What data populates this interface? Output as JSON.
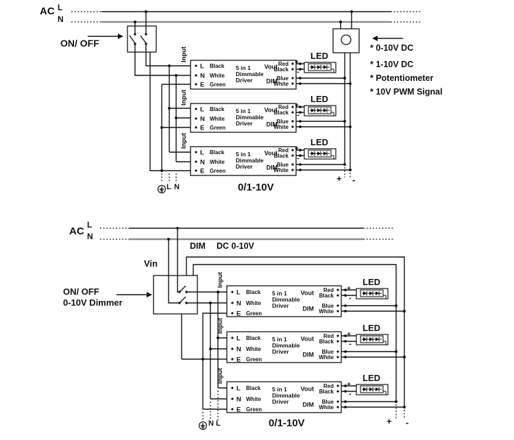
{
  "diagram1": {
    "ac_label": "AC",
    "line_l": "L",
    "line_n": "N",
    "switch_label": "ON/ OFF",
    "notes": [
      "* 0-10V DC",
      "* 1-10V DC",
      "* Potentiometer",
      "* 10V PWM Signal"
    ],
    "caption": "0/1-10V",
    "ground_terminals": [
      "L",
      "N"
    ],
    "dc_plus": "+",
    "dc_minus": "-"
  },
  "diagram2": {
    "ac_label": "AC",
    "line_l": "L",
    "line_n": "N",
    "vin_label": "Vin",
    "dim_label": "DIM",
    "dim_source_label": "DC 0-10V",
    "switch_line1": "ON/ OFF",
    "switch_line2": "0-10V Dimmer",
    "caption": "0/1-10V",
    "ground_terminals": [
      "N",
      "L"
    ],
    "dc_plus": "+",
    "dc_minus": "-"
  },
  "driver": {
    "input_label": "Input",
    "name_lines": [
      "5 in 1",
      "Dimmable",
      "Driver"
    ],
    "vout_label": "Vout",
    "dim_label": "DIM",
    "terminals_left": [
      {
        "pin": "L",
        "wire": "Black"
      },
      {
        "pin": "N",
        "wire": "White"
      },
      {
        "pin": "E",
        "wire": "Green"
      }
    ],
    "terminals_right": [
      {
        "group": "Vout",
        "wire": "Red"
      },
      {
        "group": "Vout",
        "wire": "Black"
      },
      {
        "group": "DIM",
        "wire": "Blue"
      },
      {
        "group": "DIM",
        "wire": "White"
      }
    ]
  },
  "led": {
    "label": "LED",
    "plus": "+",
    "minus": "-"
  },
  "colors": {
    "wire": "#111111",
    "neutral_wire": "#8c8c8c",
    "background": "#ffffff"
  }
}
